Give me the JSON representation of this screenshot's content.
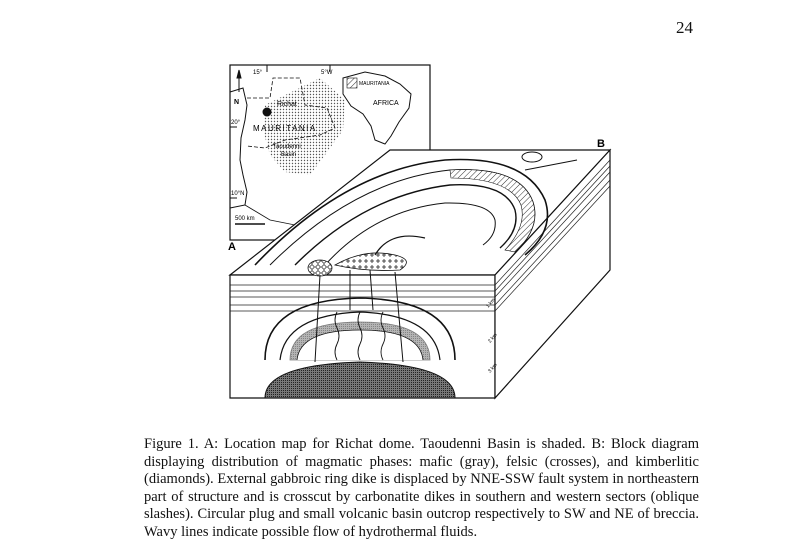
{
  "page": {
    "number": "24"
  },
  "figure": {
    "panel_a": {
      "label": "A",
      "lon_15": "15°",
      "lon_5w": "5°W",
      "lat_20": "20°",
      "lat_10n": "10°N",
      "north": "N",
      "scale": "500 km",
      "richat": "Richat",
      "mauritania": "MAURITANIA",
      "basin_line1": "Taoudenni",
      "basin_line2": "Basin",
      "inset_mauritania": "MAURITANIA",
      "inset_africa": "AFRICA"
    },
    "panel_b": {
      "label": "B",
      "depth_1": "1 km",
      "depth_2": "2 km",
      "depth_3": "3 km"
    }
  },
  "caption": {
    "text": "Figure 1. A: Location map for Richat dome. Taoudenni Basin is shaded. B: Block diagram displaying distribution of magmatic phases: mafic (gray), felsic (crosses), and kimberlitic (diamonds). External gabbroic ring dike is displaced by NNE-SSW fault system in northeastern part of structure and is crosscut by carbonatite dikes in southern and western sectors (oblique slashes). Circular plug and small volcanic basin outcrop respectively to SW and NE of breccia. Wavy lines indicate possible flow of hydrothermal fluids."
  }
}
